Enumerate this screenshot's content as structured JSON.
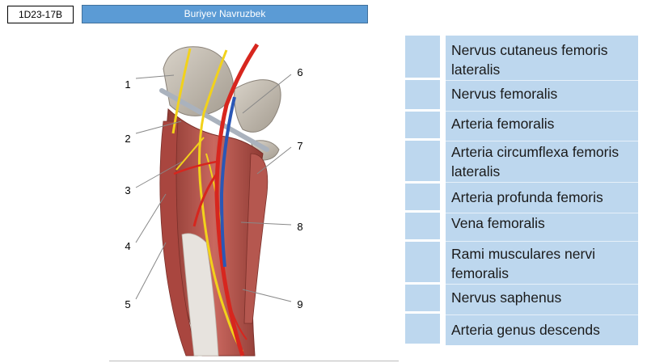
{
  "header": {
    "code": "1D23-17B",
    "name": "Buriyev Navruzbek"
  },
  "figure": {
    "numbers": [
      "1",
      "2",
      "3",
      "4",
      "5",
      "6",
      "7",
      "8",
      "9"
    ]
  },
  "labels": [
    "Nervus cutaneus femoris lateralis",
    "Nervus femoralis",
    "Arteria femoralis",
    "Arteria circumflexa femoris lateralis",
    "Arteria profunda femoris",
    "Vena femoralis",
    "Rami musculares nervi femoralis",
    "Nervus saphenus",
    "Arteria genus descends"
  ],
  "colors": {
    "title_bar": "#5b9bd5",
    "table_fill": "#bdd7ee",
    "artery": "#d7261e",
    "vein": "#2a57b6",
    "nerve": "#f2d21b",
    "muscle": "#b6504a"
  }
}
